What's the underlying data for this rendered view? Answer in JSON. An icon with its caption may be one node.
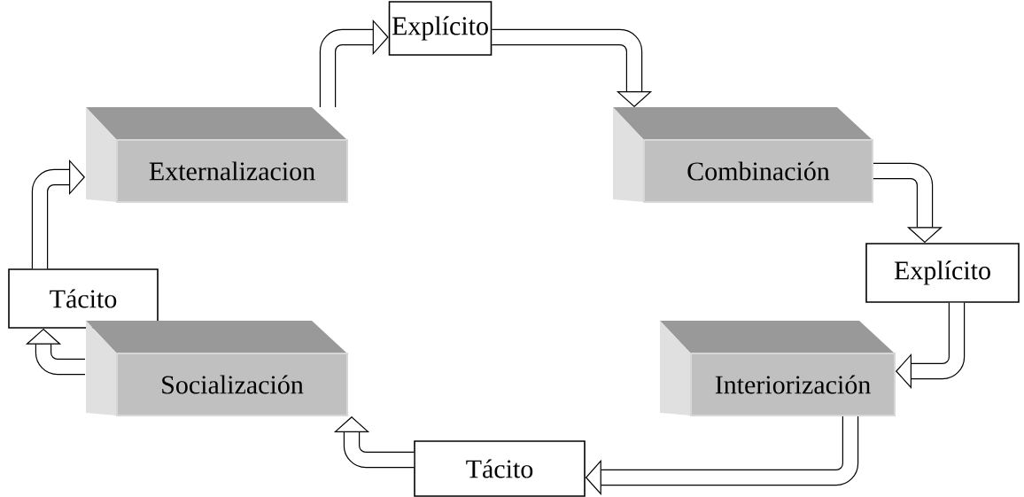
{
  "diagram": {
    "nodes": [
      {
        "text": [
          "Explícito"
        ]
      },
      {
        "text": [
          "Externalizacion"
        ]
      },
      {
        "text": [
          "Combinación"
        ]
      },
      {
        "text": [
          "Tácito"
        ]
      },
      {
        "text": [
          "Explícito"
        ]
      },
      {
        "text": [
          "Socialización"
        ]
      },
      {
        "text": [
          "Interiorización"
        ]
      },
      {
        "text": [
          "Tácito"
        ]
      }
    ],
    "edges": [
      {
        "from": 3,
        "to": 1,
        "arrow": "to"
      },
      {
        "from": 1,
        "to": 0,
        "arrow": "to"
      },
      {
        "from": 0,
        "to": 2,
        "arrow": "to"
      },
      {
        "from": 2,
        "to": 4,
        "arrow": "to"
      },
      {
        "from": 4,
        "to": 6,
        "arrow": "to"
      },
      {
        "from": 6,
        "to": 7,
        "arrow": "to"
      },
      {
        "from": 7,
        "to": 5,
        "arrow": "to"
      },
      {
        "from": 5,
        "to": 3,
        "arrow": "to"
      }
    ]
  }
}
